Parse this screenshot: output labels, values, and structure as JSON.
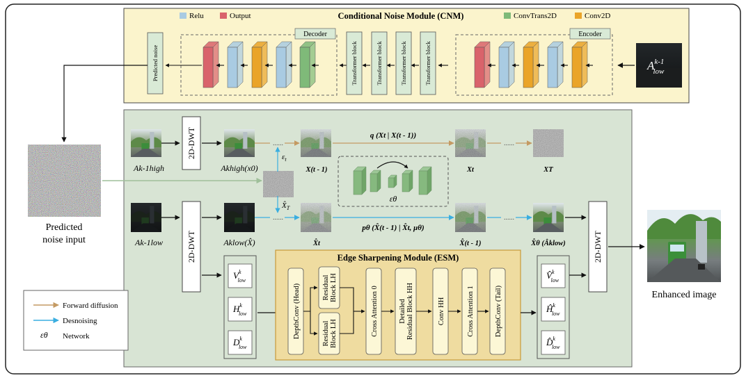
{
  "cnm": {
    "title": "Conditional Noise Module (CNM)",
    "legend": [
      {
        "label": "Relu",
        "color": "#a9cbe2"
      },
      {
        "label": "Output",
        "color": "#d9636b"
      },
      {
        "label": "ConvTrans2D",
        "color": "#7fba79"
      },
      {
        "label": "Conv2D",
        "color": "#eaa428"
      }
    ],
    "decoder_label": "Decoder",
    "encoder_label": "Encoder",
    "predicted_noise_label": "Predicted noise",
    "transformer_block_label": "Transformer block",
    "input_label": {
      "base": "A",
      "sup": "k-1",
      "sub": "low"
    }
  },
  "left": {
    "predicted_noise_input": [
      "Predicted",
      "noise input"
    ]
  },
  "main": {
    "dwt_label": "2D-DWT",
    "eps_t": {
      "base": "ε",
      "sub": "t"
    },
    "x_hat_T": {
      "base": "X̂",
      "sub": "T"
    },
    "forward_eq": "q (Xt | X(t - 1))",
    "reverse_eq": "pθ (X̂(t - 1) | X̂t, μθ)",
    "network_label": "εθ",
    "dots": "......",
    "top_labels": [
      "X(t - 1)",
      "Xt",
      "XT"
    ],
    "bottom_labels": [
      "X̂t",
      "X̂(t - 1)",
      "X̂θ (Âklow)"
    ],
    "a_high_km1": "Ak-1high",
    "a_high_k": "Akhigh(x0)",
    "a_low_km1": "Ak-1low",
    "a_low_k": "Aklow(X̂)"
  },
  "esm": {
    "title": "Edge Sharpening Module (ESM)",
    "blocks": [
      "DepthConv (Head)",
      "Residual Block LH",
      "Residual Block LH",
      "Cross Attention 0",
      "Detailed Residual Block HH",
      "Conv HH",
      "Cross Attention 1",
      "DepthConv (Tail)"
    ],
    "left_bands": [
      "V",
      "H",
      "D"
    ],
    "right_bands": [
      "V̂",
      "Ĥ",
      "D̂"
    ],
    "band_sup": "k",
    "band_sub": "low"
  },
  "key": {
    "items": [
      {
        "label": "Forward diffusion",
        "color": "#c49a63"
      },
      {
        "label": "Desnoising",
        "color": "#3aaee0"
      },
      {
        "label": "Network",
        "symbol": "εθ"
      }
    ]
  },
  "right": {
    "enhanced_label": "Enhanced image"
  },
  "colors": {
    "cnm_bg": "#fbf4cc",
    "main_bg": "#d8e4d4",
    "esm_bg": "#efdca0",
    "esm_block": "#fcf7d6",
    "transformer": "#d9ead6",
    "forward": "#c49a63",
    "denoise": "#3aaee0",
    "relu": "#a9cbe2",
    "output": "#d9636b",
    "convtrans": "#7fba79",
    "conv2d": "#eaa428"
  }
}
